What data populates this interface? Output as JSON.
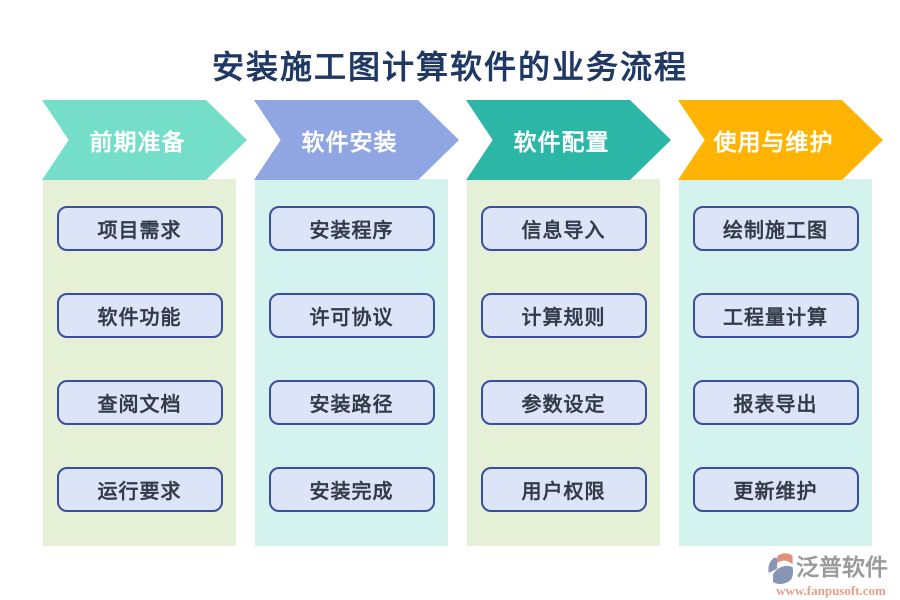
{
  "title": "安装施工图计算软件的业务流程",
  "stages": [
    {
      "label": "前期准备",
      "arrow_color": "#74DEC8",
      "panel_color": "#E5F0D7",
      "steps": [
        "项目需求",
        "软件功能",
        "查阅文档",
        "运行要求"
      ]
    },
    {
      "label": "软件安装",
      "arrow_color": "#8FA6E2",
      "panel_color": "#D4F2EE",
      "steps": [
        "安装程序",
        "许可协议",
        "安装路径",
        "安装完成"
      ]
    },
    {
      "label": "软件配置",
      "arrow_color": "#2BB6A6",
      "panel_color": "#E5F0D7",
      "steps": [
        "信息导入",
        "计算规则",
        "参数设定",
        "用户权限"
      ]
    },
    {
      "label": "使用与维护",
      "arrow_color": "#FFB404",
      "panel_color": "#D4F2EE",
      "steps": [
        "绘制施工图",
        "工程量计算",
        "报表导出",
        "更新维护"
      ]
    }
  ],
  "footer": {
    "brand": "泛普软件",
    "url": "www.fanpusoft.com",
    "logo_icon": "fanpu-pinwheel-icon",
    "brand_color": "#9B9B9B",
    "url_color": "#E79E88",
    "logo_blue": "#8795B5",
    "logo_salmon": "#E18F77"
  },
  "colors": {
    "title": "#1F3864",
    "step_fill": "#DCE4F8",
    "step_border": "#3A4E9F",
    "step_text": "#333B49",
    "arrow_text": "#FFFFFF",
    "background": "#FFFFFF"
  },
  "layout_note": ""
}
